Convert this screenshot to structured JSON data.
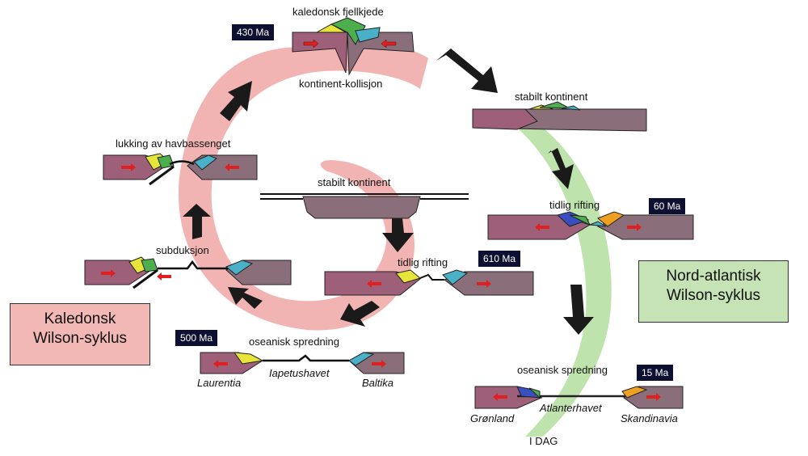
{
  "boxes": {
    "caledonian": {
      "line1": "Kaledonsk",
      "line2": "Wilson-syklus",
      "color": "#f2b8b5"
    },
    "north_atlantic": {
      "line1": "Nord-atlantisk",
      "line2": "Wilson-syklus",
      "color": "#c6e3b5"
    }
  },
  "ages": {
    "a430": "430 Ma",
    "a610": "610 Ma",
    "a500": "500 Ma",
    "a60": "60 Ma",
    "a15": "15 Ma"
  },
  "stages": {
    "kaledonsk_fjellkjede": "kaledonsk fjellkjede",
    "kontinent_kollisjon": "kontinent-kollisjon",
    "stabilt_kontinent_top": "stabilt kontinent",
    "lukking": "lukking av havbassenget",
    "stabilt_kontinent_center": "stabilt kontinent",
    "subduksjon": "subduksjon",
    "tidlig_rifting_center": "tidlig rifting",
    "tidlig_rifting_right": "tidlig rifting",
    "oseanisk_spredning_left": "oseanisk spredning",
    "oseanisk_spredning_right": "oseanisk spredning",
    "i_dag": "I DAG"
  },
  "places": {
    "laurentia": "Laurentia",
    "iapetushavet": "Iapetushavet",
    "baltika": "Baltika",
    "gronland": "Grønland",
    "atlanterhavet": "Atlanterhavet",
    "skandinavia": "Skandinavia"
  },
  "colors": {
    "continent": "#8a6f7a",
    "continent_left": "#9e5f79",
    "pink_band": "#f2b3b3",
    "green_band": "#bfe3ad",
    "yellow": "#e8e53a",
    "green": "#4cae4c",
    "teal": "#4ab0c8",
    "blue": "#3a4fbf",
    "orange": "#f0a020",
    "arrow_red": "#e02020"
  }
}
